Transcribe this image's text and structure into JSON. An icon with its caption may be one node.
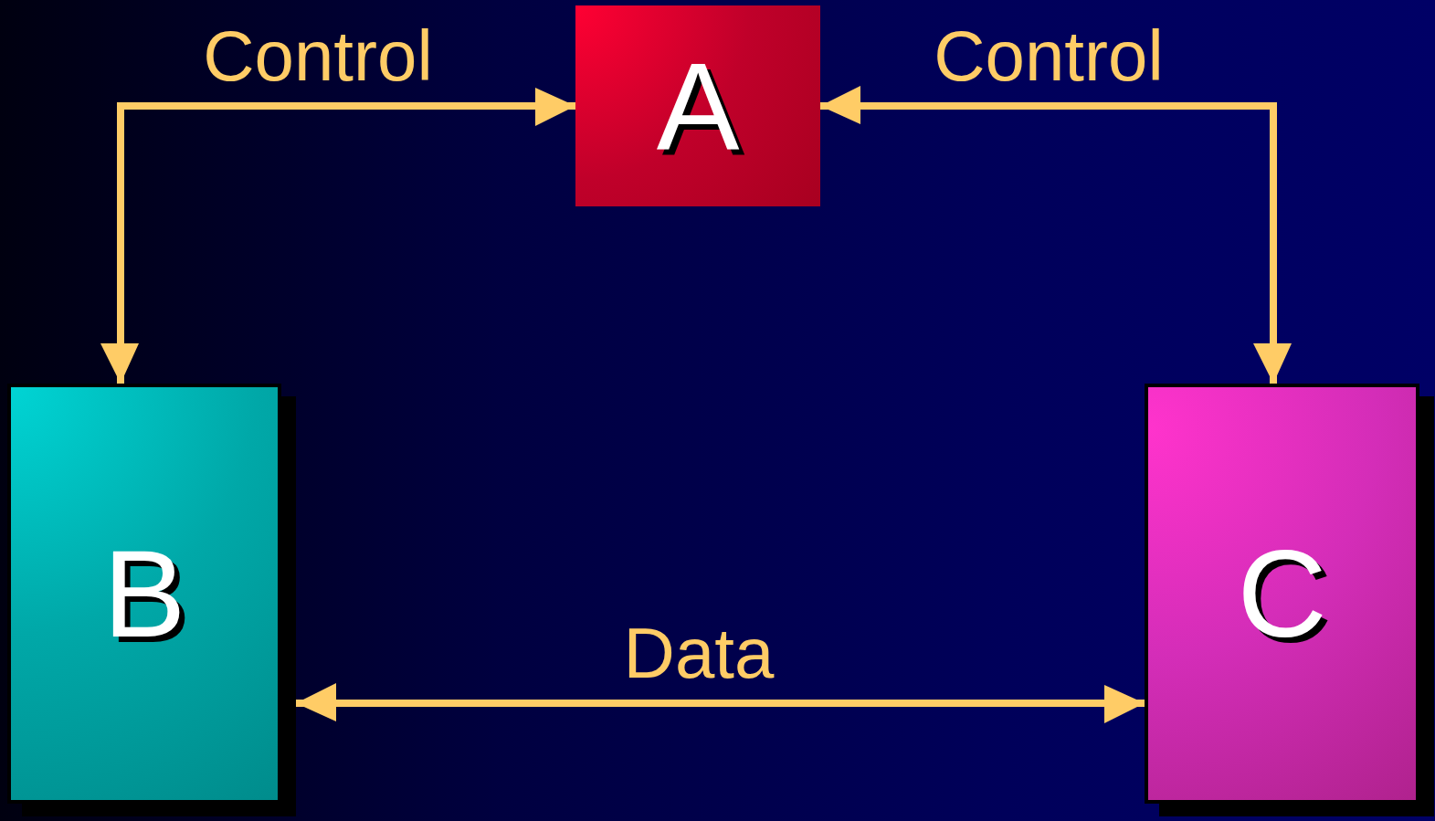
{
  "diagram": {
    "nodes": [
      {
        "text": [
          "A"
        ]
      },
      {
        "text": [
          "B"
        ]
      },
      {
        "text": [
          "C"
        ]
      }
    ],
    "edges": [
      {
        "from": 0,
        "to": 1,
        "arrow": "both",
        "label": "Control"
      },
      {
        "from": 0,
        "to": 2,
        "arrow": "both",
        "label": "Control"
      },
      {
        "from": 1,
        "to": 2,
        "arrow": "both",
        "label": "Data"
      }
    ]
  }
}
